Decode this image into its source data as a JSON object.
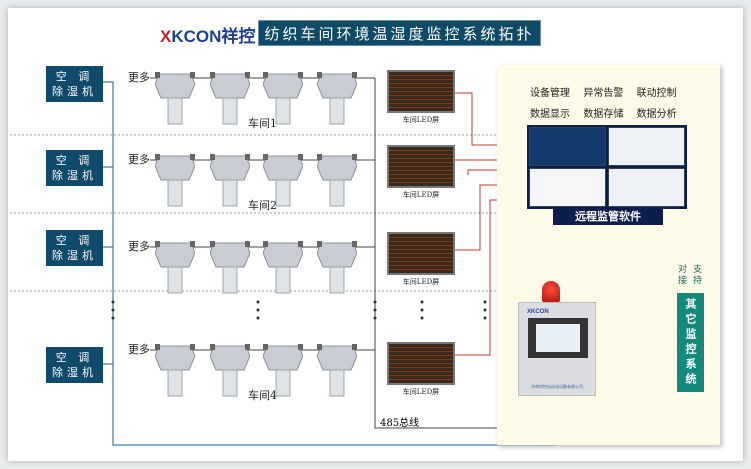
{
  "header": {
    "logo_mark": "X",
    "logo_text": "KCON祥控",
    "title": "纺织车间环境温湿度监控系统拓扑图"
  },
  "workshops": [
    {
      "ac_line1": "空 调",
      "ac_line2": "除湿机",
      "more": "更多",
      "name": "车间1",
      "led": "车间LED屏"
    },
    {
      "ac_line1": "空 调",
      "ac_line2": "除湿机",
      "more": "更多",
      "name": "车间2",
      "led": "车间LED屏"
    },
    {
      "ac_line1": "空 调",
      "ac_line2": "除湿机",
      "more": "更多",
      "name": "",
      "led": "车间LED屏"
    },
    {
      "ac_line1": "空 调",
      "ac_line2": "除湿机",
      "more": "更多",
      "name": "车间4",
      "led": "车间LED屏"
    }
  ],
  "software": {
    "functions": [
      "设备管理",
      "异常告警",
      "联动控制",
      "数据显示",
      "数据存储",
      "数据分析"
    ],
    "label": "远程监管软件"
  },
  "controller": {
    "brand": "XKCON",
    "company": "济南祥控自动化设备有限公司"
  },
  "other_system": {
    "label": "其它监控系统",
    "support_1": "对接",
    "support_2": "支持"
  },
  "bus_label": "485总线",
  "colors": {
    "navy": "#0f4a66",
    "teal": "#15897b",
    "red_line": "#c0392b"
  }
}
